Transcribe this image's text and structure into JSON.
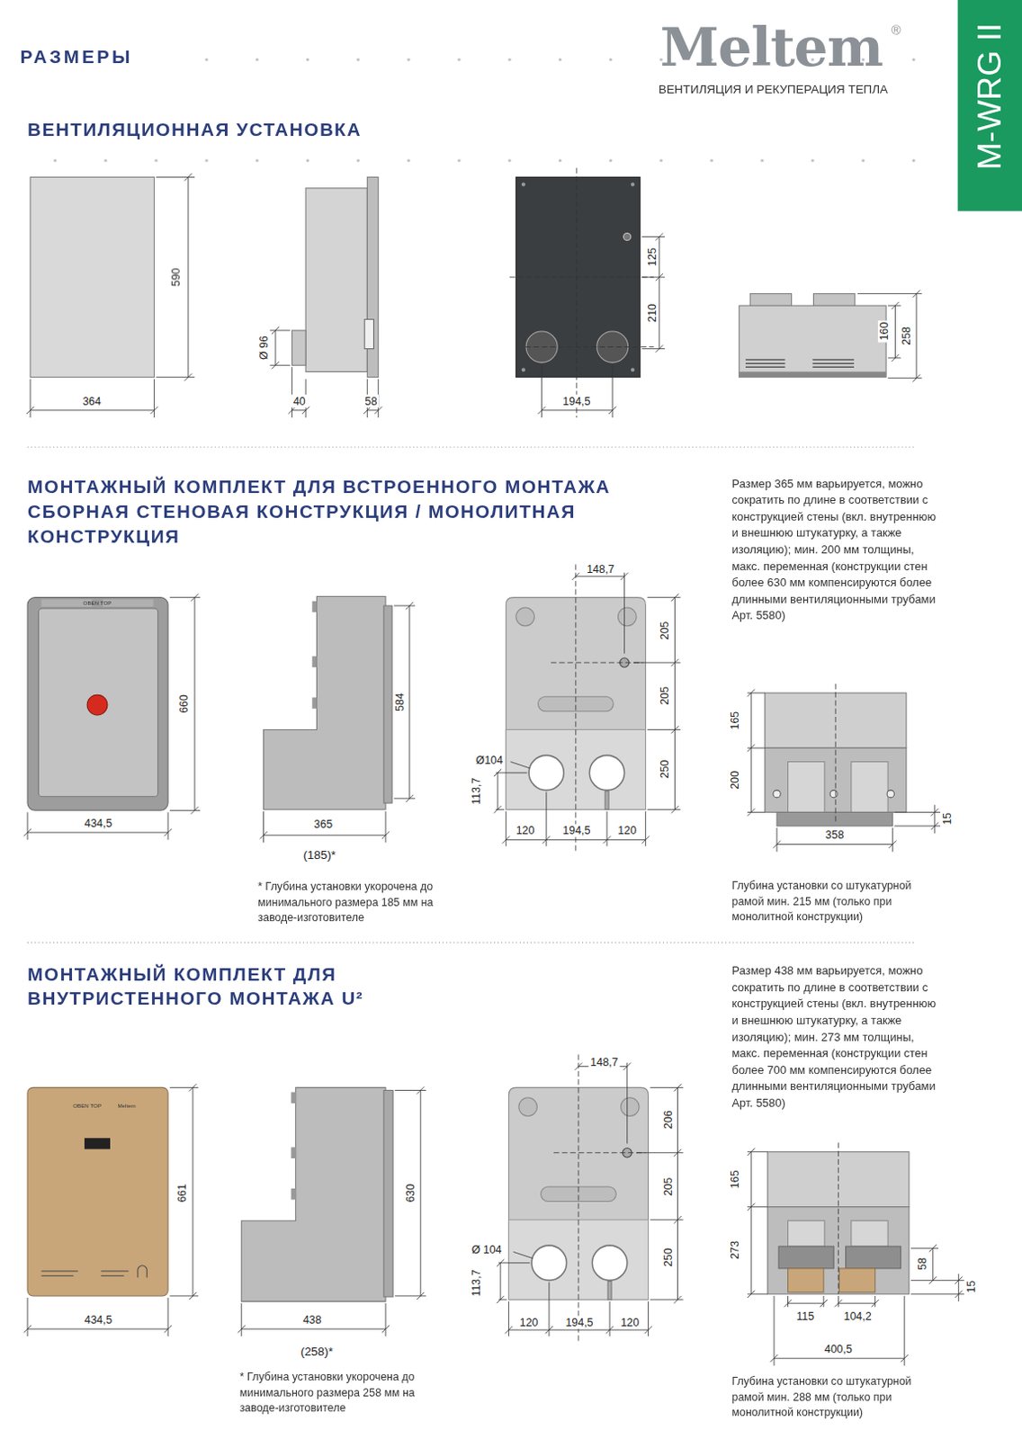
{
  "diagram": {
    "title": "РАЗМЕРЫ",
    "nodes": [
      {
        "text": [
          "M-WRG II"
        ]
      }
    ],
    "labels": [
      "Meltem",
      "®",
      "ВЕНТИЛЯЦИЯ И РЕКУПЕРАЦИЯ ТЕПЛА",
      "ВЕНТИЛЯЦИОННАЯ УСТАНОВКА",
      "590",
      "364",
      "Ø 96",
      "40",
      "58",
      "125",
      "210",
      "194,5",
      "160",
      "258",
      "МОНТАЖНЫЙ КОМПЛЕКТ ДЛЯ ВСТРОЕННОГО МОНТАЖА СБОРНАЯ СТЕНОВАЯ КОНСТРУКЦИЯ / МОНОЛИТНАЯ КОНСТРУКЦИЯ",
      "Размер 365 мм варьируется, можно сократить по длине в соответствии с конструкцией стены (вкл. внутреннюю и внешнюю штукатурку, а также изоляцию); мин. 200 мм толщины, макс. переменная (конструкции стен более 630 мм компенсируются более длинными вентиляционными трубами Арт. 5580)",
      "OBEN TOP",
      "660",
      "434,5",
      "584",
      "365",
      "(185)*",
      "* Глубина установки укорочена до минимального размера 185 мм на заводе-изготовителе",
      "148,7",
      "205",
      "205",
      "250",
      "Ø104",
      "113,7",
      "120",
      "194,5",
      "120",
      "165",
      "200",
      "15",
      "358",
      "Глубина установки со штукатурной рамой мин. 215 мм (только при монолитной конструкции)",
      "МОНТАЖНЫЙ КОМПЛЕКТ ДЛЯ ВНУТРИСТЕННОГО МОНТАЖА U²",
      "Размер 438 мм варьируется, можно сократить по длине в соответствии с конструкцией стены (вкл. внутреннюю и внешнюю штукатурку, а также изоляцию); мин. 273 мм толщины, макс. переменная (конструкции стен более 700 мм компенсируются более длинными вентиляционными трубами Арт. 5580)",
      "OBEN TOP",
      "Meltem",
      "661",
      "434,5",
      "630",
      "438",
      "(258)*",
      "* Глубина установки укорочена до минимального размера 258 мм на заводе-изготовителе",
      "148,7",
      "206",
      "205",
      "250",
      "Ø 104",
      "113,7",
      "120",
      "194,5",
      "120",
      "165",
      "273",
      "58",
      "15",
      "115",
      "104,2",
      "400,5",
      "Глубина установки со штукатурной рамой мин. 288 мм (только при монолитной конструкции)"
    ]
  }
}
